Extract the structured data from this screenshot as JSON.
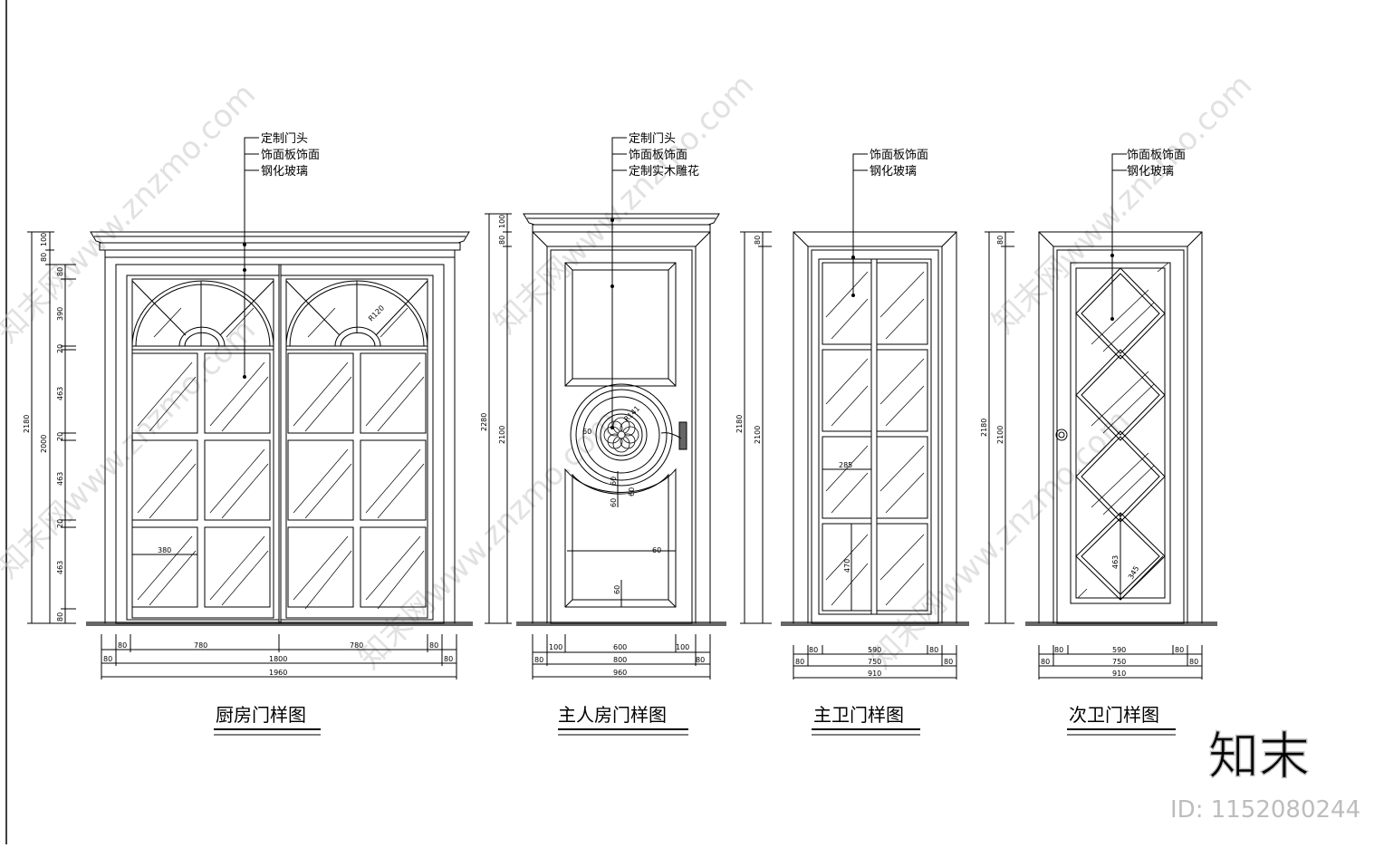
{
  "doors": [
    {
      "title": "厨房门样图",
      "notes": [
        "定制门头",
        "饰面板饰面",
        "钢化玻璃"
      ],
      "left_dims": [
        "2180",
        "2000",
        "100",
        "80",
        "80",
        "390",
        "20",
        "463",
        "20",
        "463",
        "20",
        "463",
        "80"
      ],
      "bottom_dims": {
        "row1": [
          "80",
          "780",
          "780",
          "80"
        ],
        "row2": [
          "80",
          "1800",
          "80"
        ],
        "row3": [
          "1960"
        ]
      },
      "inner_dims": [
        "380",
        "R120"
      ]
    },
    {
      "title": "主人房门样图",
      "notes": [
        "定制门头",
        "饰面板饰面",
        "定制实木雕花"
      ],
      "left_dims": [
        "2280",
        "2100",
        "100",
        "80"
      ],
      "bottom_dims": {
        "row1": [
          "100",
          "600",
          "100"
        ],
        "row2": [
          "80",
          "800",
          "80"
        ],
        "row3": [
          "960"
        ]
      },
      "inner_dims": [
        "60",
        "60",
        "60",
        "60",
        "60",
        "60",
        "R141"
      ]
    },
    {
      "title": "主卫门样图",
      "notes": [
        "饰面板饰面",
        "钢化玻璃"
      ],
      "left_dims": [
        "2180",
        "2100",
        "80"
      ],
      "bottom_dims": {
        "row1": [
          "80",
          "590",
          "80"
        ],
        "row2": [
          "80",
          "750",
          "80"
        ],
        "row3": [
          "910"
        ]
      },
      "inner_dims": [
        "285",
        "470"
      ]
    },
    {
      "title": "次卫门样图",
      "notes": [
        "饰面板饰面",
        "钢化玻璃"
      ],
      "left_dims": [
        "2180",
        "2100",
        "80"
      ],
      "bottom_dims": {
        "row1": [
          "80",
          "590",
          "80"
        ],
        "row2": [
          "80",
          "750",
          "80"
        ],
        "row3": [
          "910"
        ]
      },
      "inner_dims": [
        "463",
        "345"
      ]
    }
  ],
  "watermark": {
    "text": "知末网www.znzmo.com",
    "logo": "知末",
    "id": "ID: 1152080244"
  },
  "colors": {
    "line": "#000000",
    "floor": "#666666",
    "watermark": "#c8c8c8"
  }
}
